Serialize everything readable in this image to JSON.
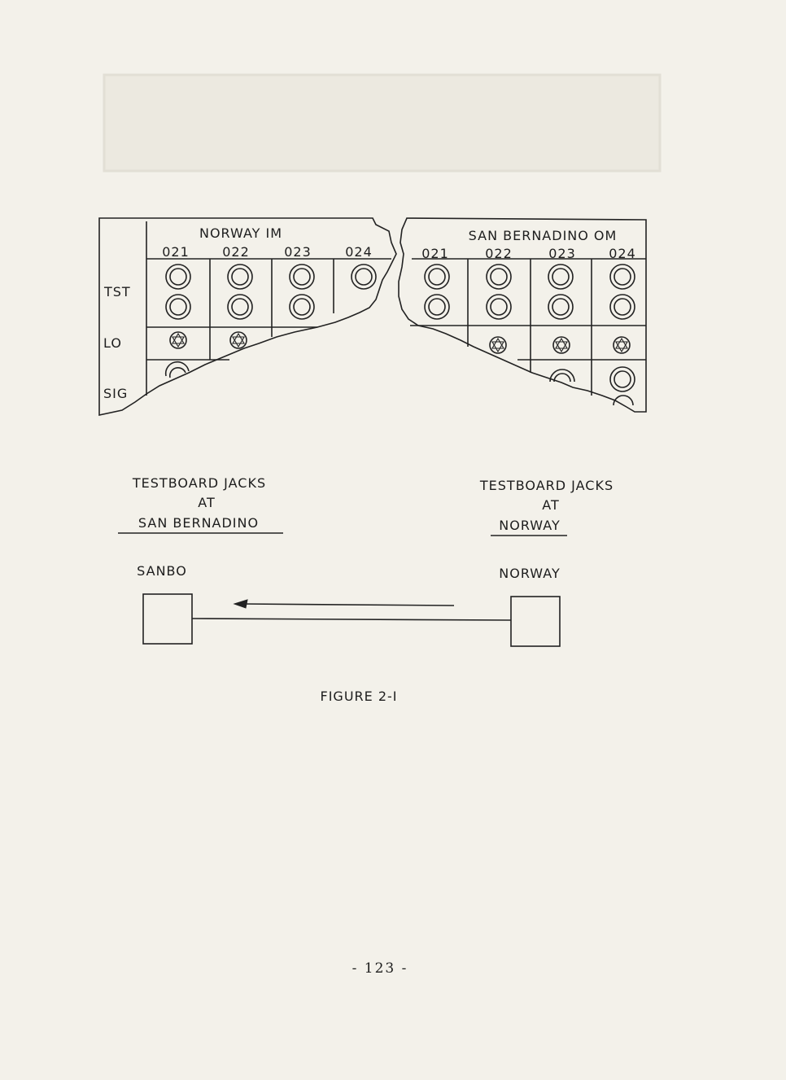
{
  "panels": {
    "left": {
      "title": "NORWAY IM",
      "columns": [
        "021",
        "022",
        "023",
        "024"
      ]
    },
    "right": {
      "title": "SAN BERNADINO OM",
      "columns": [
        "021",
        "022",
        "023",
        "024"
      ]
    },
    "row_labels": {
      "tst": "TST",
      "lo": "LO",
      "sig": "SIG"
    }
  },
  "captions": {
    "left": {
      "line1": "TESTBOARD JACKS",
      "line2": "AT",
      "line3": "SAN BERNADINO"
    },
    "right": {
      "line1": "TESTBOARD JACKS",
      "line2": "AT",
      "line3": "NORWAY"
    }
  },
  "nodes": {
    "left": "SANBO",
    "right": "NORWAY"
  },
  "figure_label": "FIGURE 2-I",
  "page_number": "- 123 -"
}
